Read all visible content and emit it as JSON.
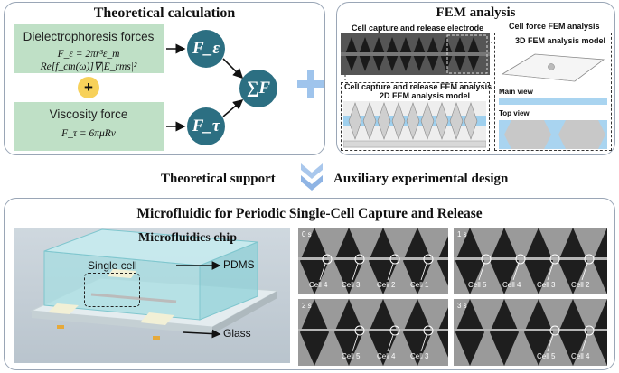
{
  "theory": {
    "title": "Theoretical calculation",
    "dep_label": "Dielectrophoresis forces",
    "dep_equation": "F_ε = 2πr³ε_m Re[f_cm(ω)]∇|E_rms|²",
    "plus": "+",
    "visc_label": "Viscosity force",
    "visc_equation": "F_τ = 6πμRv",
    "f_epsilon": "F_ε",
    "f_tau": "F_τ",
    "sum": "∑F"
  },
  "fem": {
    "title": "FEM analysis",
    "electrode_label": "Cell capture and release electrode",
    "capture_fem_label": "Cell capture and release FEM analysis",
    "model2d_label": "2D FEM analysis model",
    "cellforce_label": "Cell force FEM analysis",
    "model3d_label": "3D FEM analysis model",
    "main_view": "Main view",
    "top_view": "Top view"
  },
  "middle": {
    "support": "Theoretical support",
    "design": "Auxiliary experimental design"
  },
  "micro": {
    "title": "Microfluidic for Periodic Single-Cell Capture and Release",
    "chip_label": "Microfluidics chip",
    "single_cell": "Single cell",
    "pdms": "PDMS",
    "glass": "Glass",
    "frames": [
      {
        "time": "0 s",
        "cells": [
          "Cell 4",
          "Cell 3",
          "Cell 2",
          "Cell 1"
        ]
      },
      {
        "time": "1 s",
        "cells": [
          "Cell 5",
          "Cell 4",
          "Cell 3",
          "Cell 2"
        ]
      },
      {
        "time": "2 s",
        "cells": [
          "Cell 5",
          "Cell 4",
          "Cell 3"
        ]
      },
      {
        "time": "3 s",
        "cells": [
          "Cell 5",
          "Cell 4"
        ]
      }
    ]
  },
  "colors": {
    "green_box": "#bfe0c6",
    "teal_circle": "#2c6f82",
    "yellow_plus": "#f7d15a",
    "light_blue_plus": "#9fc4ec"
  }
}
